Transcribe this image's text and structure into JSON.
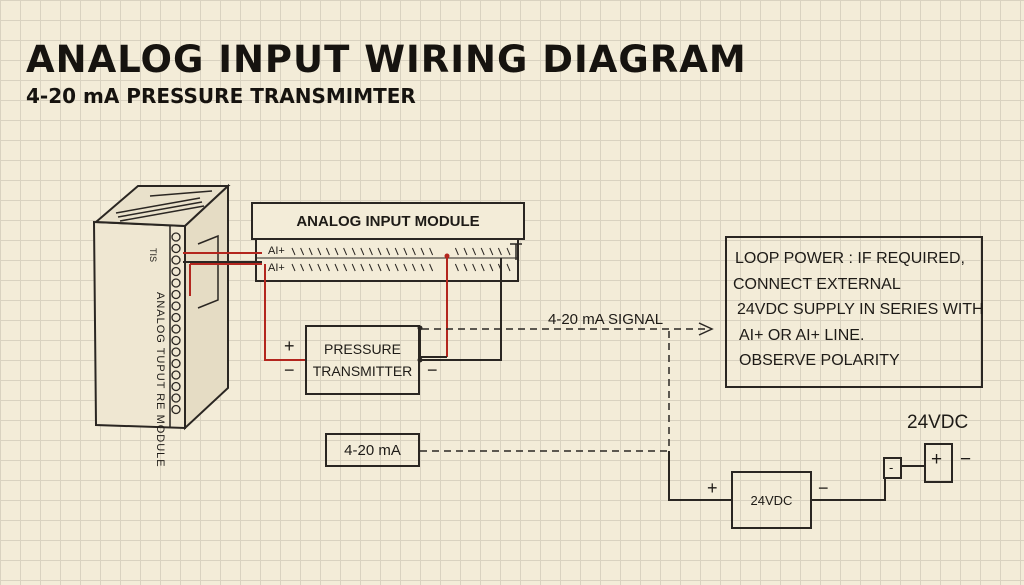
{
  "title": "ANALOG INPUT WIRING DIAGRAM",
  "subtitle": "4-20 mA PRESSURE TRANSMIMTER",
  "plc": {
    "side_label_top": "TIS",
    "side_label_main": "ANALOG TUPUT RE MODULE"
  },
  "module": {
    "title": "ANALOG INPUT MODULE",
    "terminal_ai_pos": "AI+",
    "terminal_ai_neg": "AI+"
  },
  "transmitter": {
    "line1": "PRESSURE",
    "line2": "TRANSMITTER",
    "plus": "+",
    "minus": "−",
    "minus_right": "−"
  },
  "signal_label": "4-20 mA SIGNAL",
  "signal_box": "4-20 mA",
  "supply": {
    "label": "24VDC",
    "plus": "+",
    "minus": "−"
  },
  "battery": {
    "label": "24VDC",
    "plus": "+",
    "minus": "−",
    "small_minus": "-"
  },
  "note": {
    "lines": [
      "LOOP POWER : IF REQUIRED,",
      "CONNECT EXTERNAL",
      "24VDC SUPPLY IN SERIES WITH",
      "AI+  OR AI+  LINE.",
      "OBSERVE POLARITY"
    ]
  },
  "colors": {
    "red_wire": "#b3261e",
    "ink": "#1e1b17",
    "paper": "#f3ecd8"
  }
}
